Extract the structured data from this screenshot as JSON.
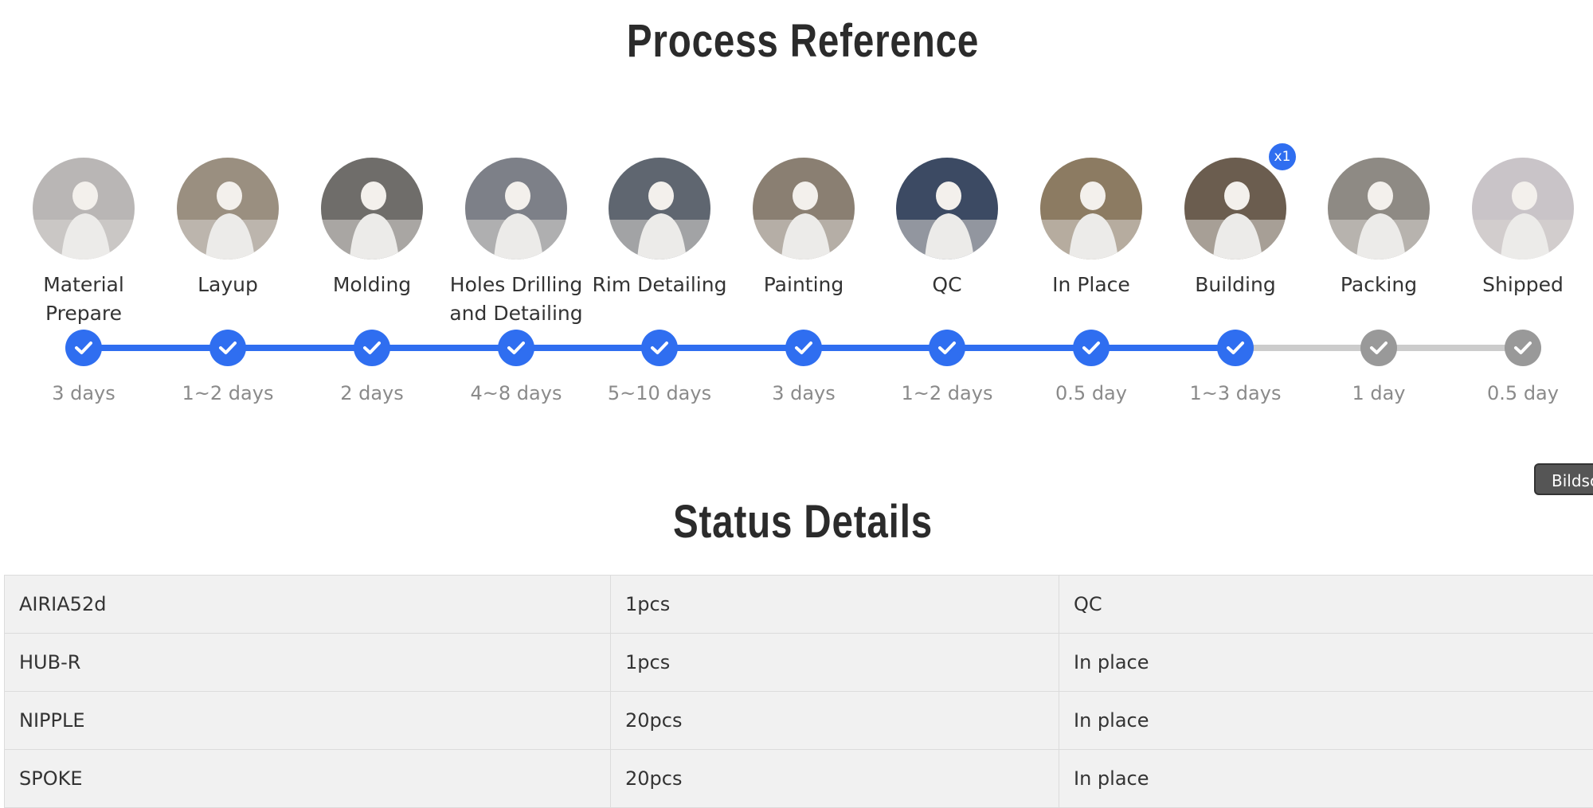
{
  "process": {
    "title": "Process Reference",
    "steps": [
      {
        "label": "Material Prepare",
        "duration": "3 days",
        "status": "done"
      },
      {
        "label": "Layup",
        "duration": "1~2 days",
        "status": "done"
      },
      {
        "label": "Molding",
        "duration": "2 days",
        "status": "done"
      },
      {
        "label": "Holes Drilling and Detailing",
        "duration": "4~8 days",
        "status": "done"
      },
      {
        "label": "Rim Detailing",
        "duration": "5~10 days",
        "status": "done"
      },
      {
        "label": "Painting",
        "duration": "3 days",
        "status": "done"
      },
      {
        "label": "QC",
        "duration": "1~2 days",
        "status": "done"
      },
      {
        "label": "In Place",
        "duration": "0.5 day",
        "status": "done"
      },
      {
        "label": "Building",
        "duration": "1~3 days",
        "status": "done",
        "badge": "x1"
      },
      {
        "label": "Packing",
        "duration": "1 day",
        "status": "pending"
      },
      {
        "label": "Shipped",
        "duration": "0.5 day",
        "status": "pending"
      }
    ],
    "colors": {
      "done": "#2f6ef0",
      "pending": "#999999",
      "pending_track": "#cccccc"
    }
  },
  "side_tab": {
    "label": "Bildsc"
  },
  "status_details": {
    "title": "Status Details",
    "rows": [
      [
        "AIRIA52d",
        "1pcs",
        "QC"
      ],
      [
        "HUB-R",
        "1pcs",
        "In place"
      ],
      [
        "NIPPLE",
        "20pcs",
        "In place"
      ],
      [
        "SPOKE",
        "20pcs",
        "In place"
      ]
    ]
  }
}
